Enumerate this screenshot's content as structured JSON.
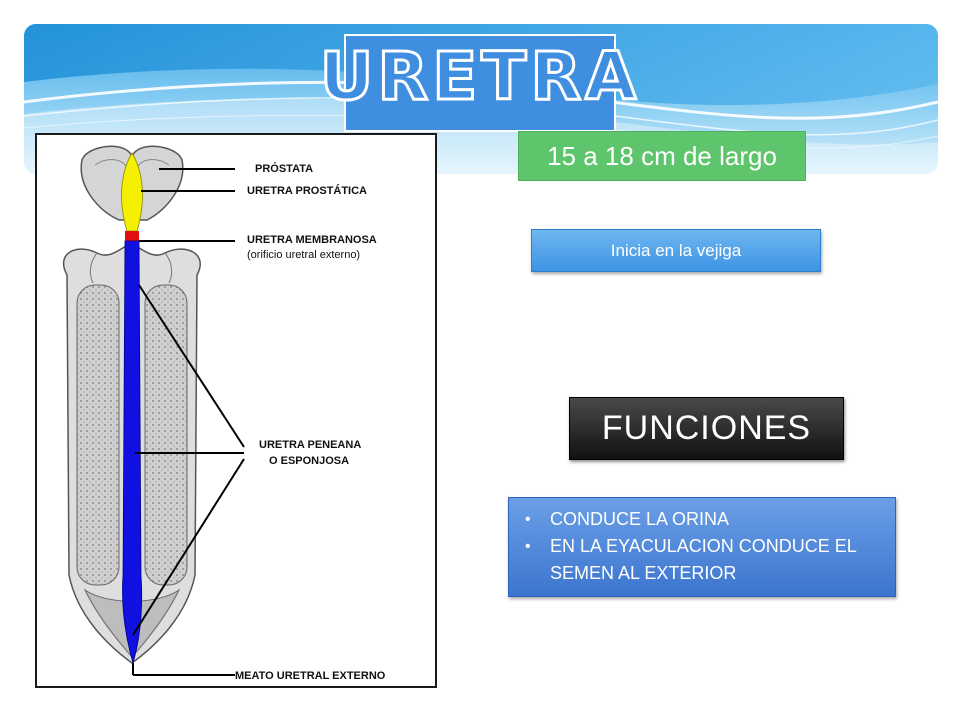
{
  "slide": {
    "title": "URETRA",
    "length": "15 a 18 cm de largo",
    "start": "Inicia en la vejiga",
    "functions_title": "FUNCIONES",
    "functions": [
      "CONDUCE LA ORINA",
      "EN LA EYACULACION CONDUCE EL SEMEN AL EXTERIOR"
    ],
    "bullet": "•"
  },
  "diagram": {
    "labels": {
      "prostate": "PRÓSTATA",
      "prostatic": "URETRA PROSTÁTICA",
      "membranous_1": "URETRA MEMBRANOSA",
      "membranous_2": "(orificio uretral externo)",
      "penile_1": "URETRA PENEANA",
      "penile_2": "O ESPONJOSA",
      "meatus": "MEATO URETRAL EXTERNO"
    },
    "icons": {
      "prostate": "yellow-region",
      "sphincter": "red-marker",
      "urethra": "blue-channel"
    }
  },
  "colors": {
    "banner_light": "#bfe4f8",
    "banner_dark": "#2c9ee0",
    "title_bg": "#3f8ee0",
    "length_bg": "#5ec56c",
    "start_bg": "#3d94e4",
    "functions_bg": "#1a1a1a",
    "list_bg": "#4a82d8",
    "prostate": "#f4f000",
    "sphincter": "#e01010",
    "urethra": "#1010e0"
  }
}
